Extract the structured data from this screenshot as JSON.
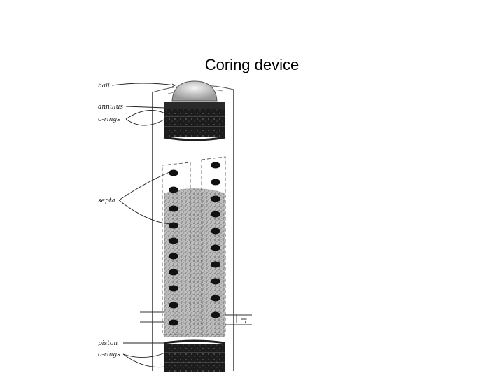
{
  "slide": {
    "title": "Coring device"
  },
  "diagram": {
    "labels": {
      "ball": "ball",
      "annulus": "annulus",
      "o_rings_top": "o-rings",
      "septa": "septa",
      "piston": "piston",
      "o_rings_bottom": "o-rings"
    },
    "colors": {
      "ink": "#111111",
      "seal": "#1f1f1f",
      "sample": "#b8b8b8"
    }
  }
}
